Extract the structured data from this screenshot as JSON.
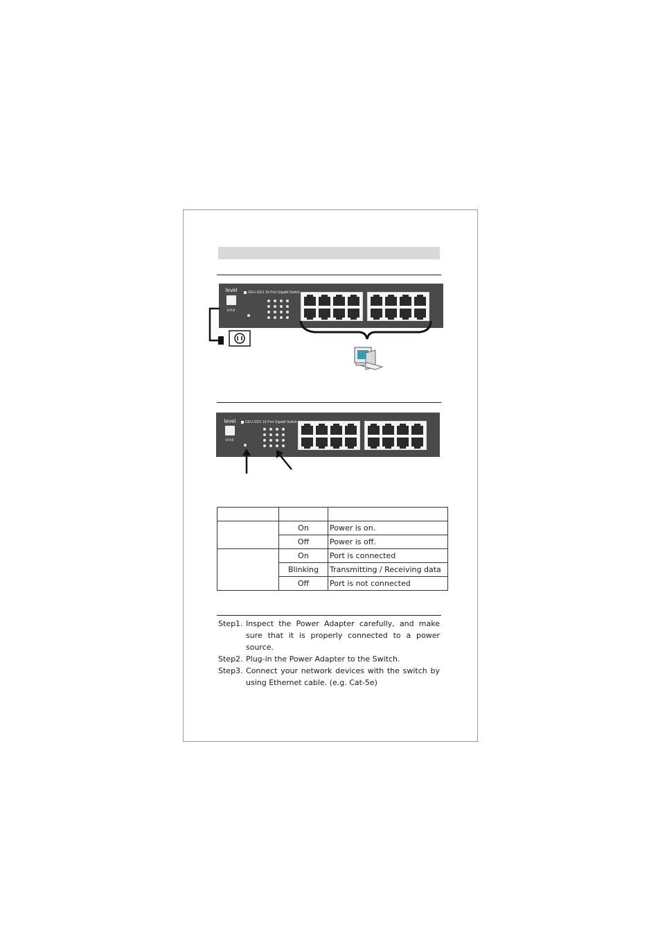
{
  "table": {
    "header": [
      "",
      "",
      ""
    ],
    "groups": [
      {
        "label": "",
        "rows": [
          {
            "status": "On",
            "description": "Power is on."
          },
          {
            "status": "Off",
            "description": "Power is off."
          }
        ]
      },
      {
        "label": "",
        "rows": [
          {
            "status": "On",
            "description": "Port is connected"
          },
          {
            "status": "Blinking",
            "description": "Transmitting / Receiving data"
          },
          {
            "status": "Off",
            "description": "Port is not connected"
          }
        ]
      }
    ]
  },
  "steps": [
    {
      "num": "Step1.",
      "text": "Inspect the Power Adapter carefully, and make sure that it is properly connected to a power source."
    },
    {
      "num": "Step2.",
      "text": "Plug-in the Power Adapter to the Switch."
    },
    {
      "num": "Step3.",
      "text": "Connect your network devices with the switch by using Ethernet cable. (e.g. Cat-5e)"
    }
  ],
  "switch": {
    "brand_top": "level",
    "brand_bottom": "one",
    "model": "GEU-1621  16-Port Gigabit Switch"
  },
  "colors": {
    "switch_body": "#4a4a4a",
    "title_bar": "#d9d9d9"
  }
}
